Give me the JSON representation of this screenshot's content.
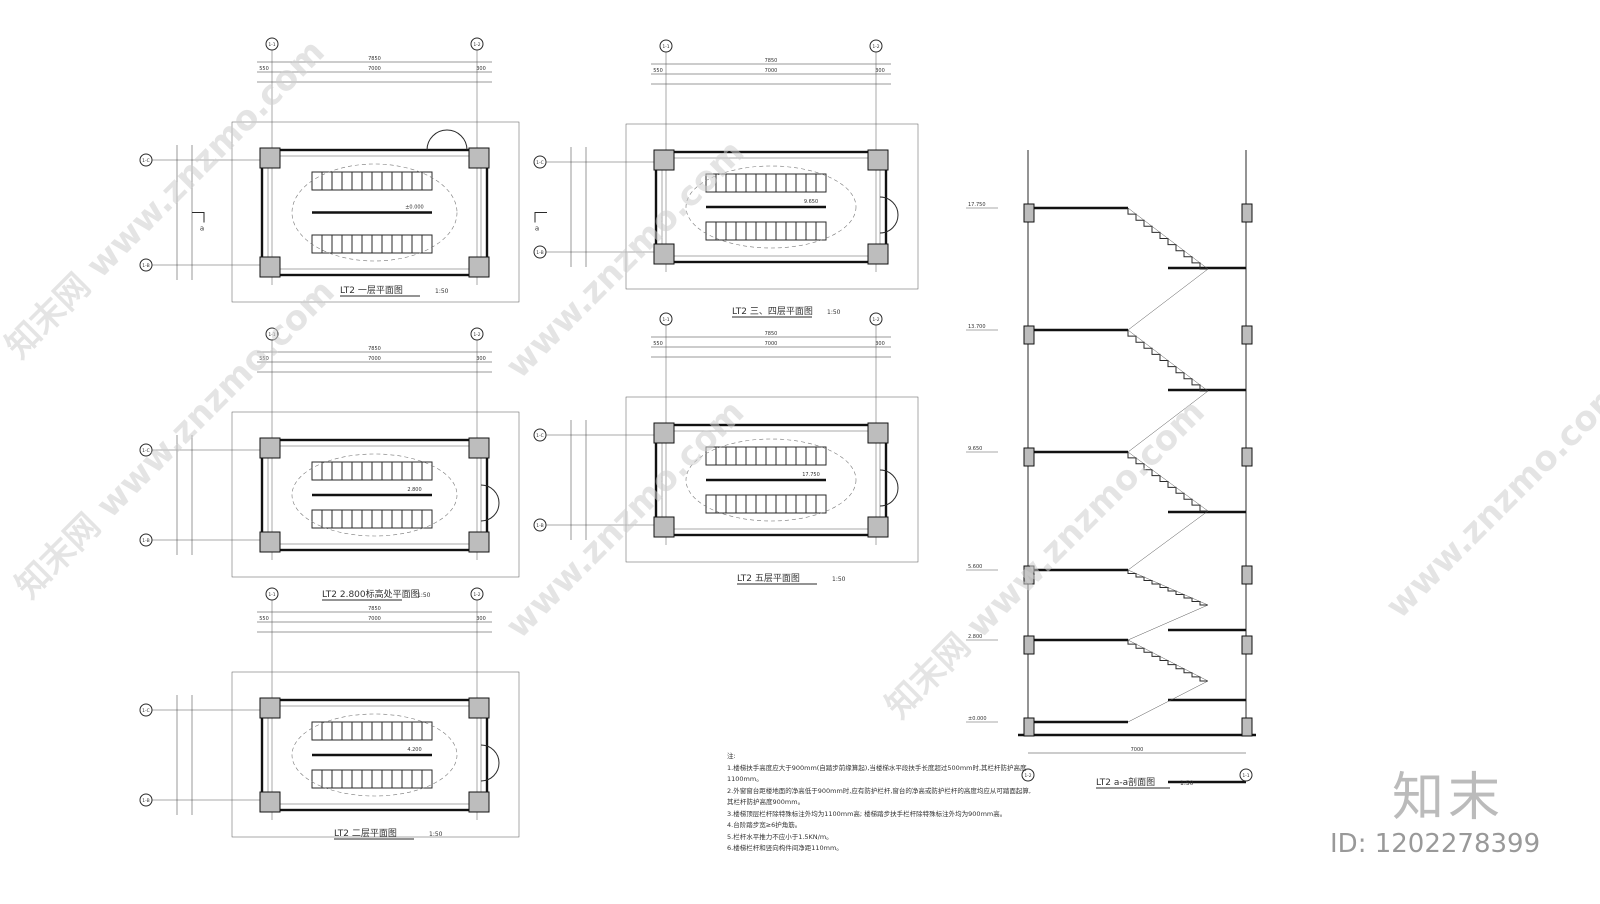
{
  "plans": [
    {
      "key": "p1",
      "title": "LT2 一层平面图",
      "scale": "1:50",
      "axis_left": "1-1",
      "axis_right": "1-2",
      "axis_top": "1-C",
      "axis_bottom": "1-B",
      "dim_total": "7850",
      "dim_left": "550",
      "dim_mid": "7000",
      "dim_right": "300",
      "elev": "±0.000",
      "section_mark": "a"
    },
    {
      "key": "p2",
      "title": "LT2 2.800标高处平面图",
      "scale": "1:50",
      "axis_left": "1-1",
      "axis_right": "1-2",
      "axis_top": "1-C",
      "axis_bottom": "1-B",
      "dim_total": "7850",
      "dim_left": "550",
      "dim_mid": "7000",
      "dim_right": "300",
      "elev": "2.800"
    },
    {
      "key": "p3",
      "title": "LT2 二层平面图",
      "scale": "1:50",
      "axis_left": "1-1",
      "axis_right": "1-2",
      "axis_top": "1-C",
      "axis_bottom": "1-B",
      "dim_total": "7850",
      "dim_left": "550",
      "dim_mid": "7000",
      "dim_right": "300",
      "elev": "4.200"
    },
    {
      "key": "p4",
      "title": "LT2 三、四层平面图",
      "scale": "1:50",
      "axis_left": "1-1",
      "axis_right": "1-2",
      "axis_top": "1-C",
      "axis_bottom": "1-B",
      "dim_total": "7850",
      "dim_left": "550",
      "dim_mid": "7000",
      "dim_right": "300",
      "elev": "9.650"
    },
    {
      "key": "p5",
      "title": "LT2 五层平面图",
      "scale": "1:50",
      "axis_left": "1-1",
      "axis_right": "1-2",
      "axis_top": "1-C",
      "axis_bottom": "1-B",
      "dim_total": "7850",
      "dim_left": "550",
      "dim_mid": "7000",
      "dim_right": "300",
      "elev": "17.750"
    }
  ],
  "section": {
    "title": "LT2 a-a剖面图",
    "scale": "1:50",
    "axis_left": "1-2",
    "axis_right": "1-1",
    "dim_bottom": "7000",
    "levels": [
      "17.750",
      "13.700",
      "9.650",
      "5.600",
      "2.800",
      "±0.000"
    ]
  },
  "notes": {
    "label": "注:",
    "lines": [
      "1.楼梯扶手高度应大于900mm(自踏步前缘算起),当楼梯水平段扶手长度超过500mm时,其栏杆防护高度",
      "1100mm。",
      "2.外窗窗台距楼地面的净高低于900mm时,应有防护栏杆,窗台的净高或防护栏杆的高度均应从可踏面起算,",
      "其栏杆防护高度900mm。",
      "3.楼梯顶层栏杆除特殊标注外均为1100mm高; 楼梯踏步扶手栏杆除特殊标注外均为900mm高。",
      "4.台阶踏步宽≥6护角筋。",
      "5.栏杆水平推力不应小于1.5KN/m。",
      "6.楼梯栏杆和竖向构件间净距110mm。"
    ]
  },
  "watermark": {
    "brand": "知末",
    "id": "ID: 1202278399",
    "site": "www.znzmo.com",
    "site_cn": "知末网"
  }
}
